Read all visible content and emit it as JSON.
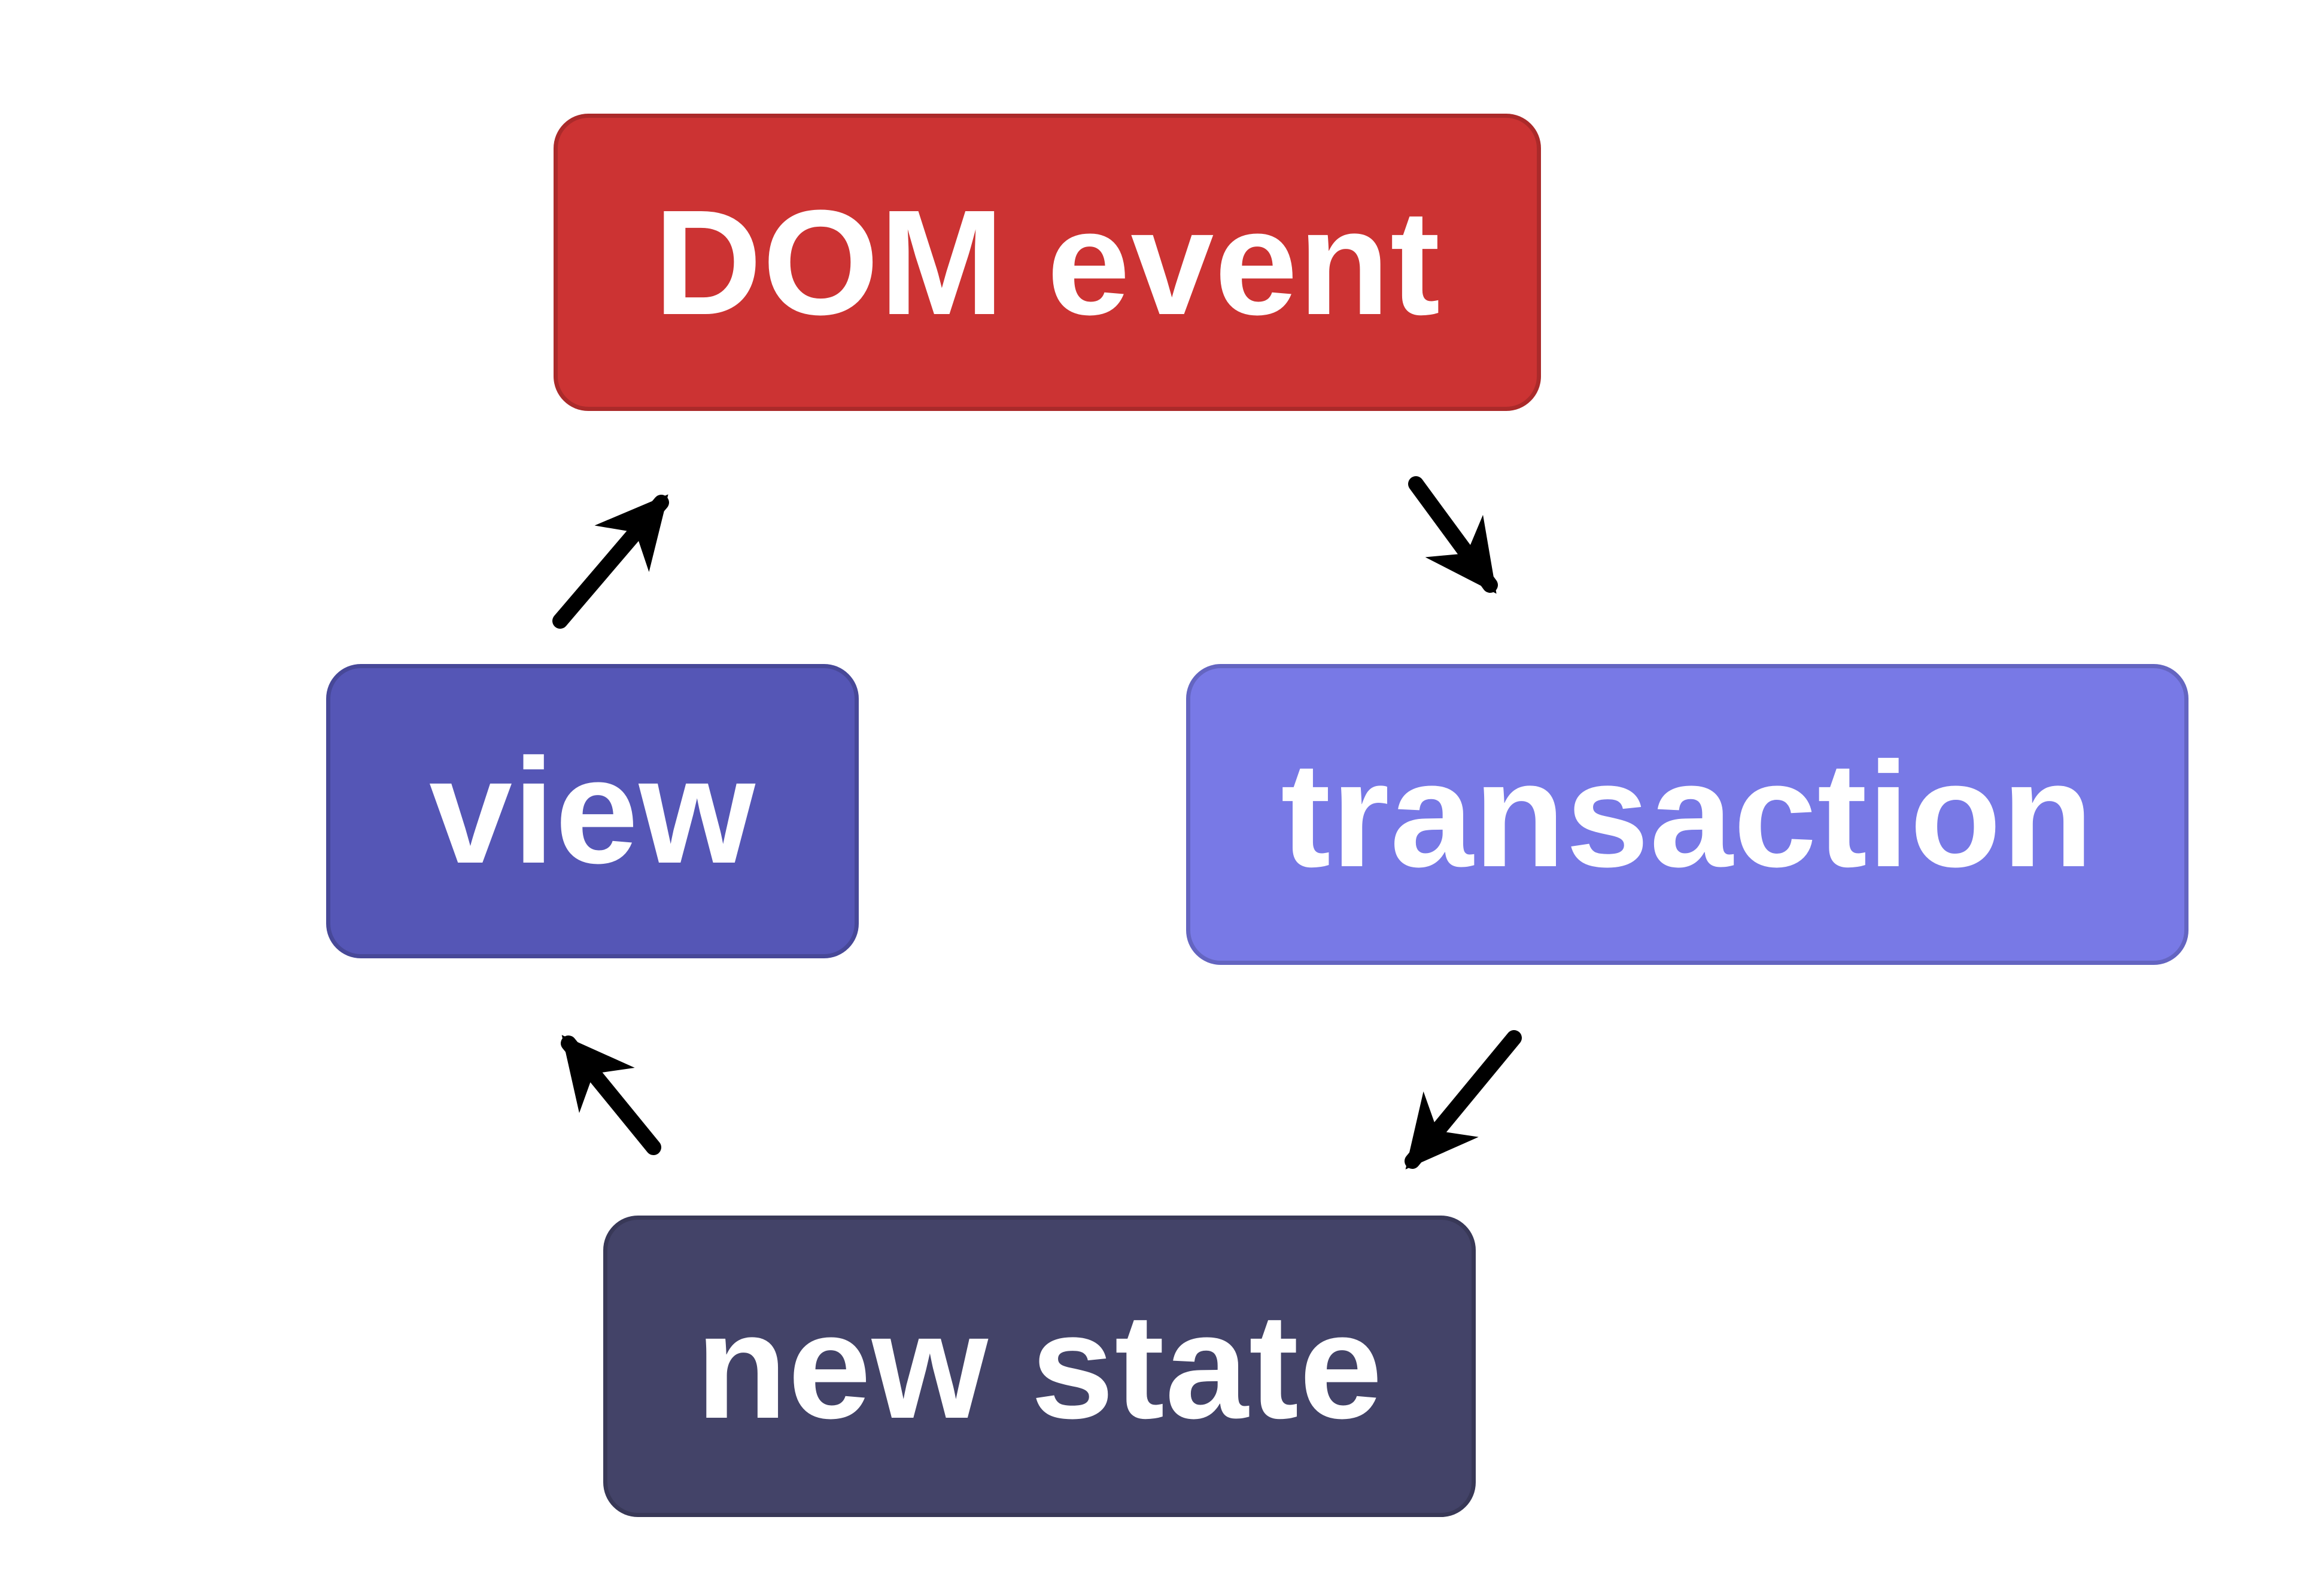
{
  "diagram": {
    "type": "cycle-flow",
    "nodes": [
      {
        "id": "dom-event",
        "label": "DOM event",
        "color": "#cc3333"
      },
      {
        "id": "transaction",
        "label": "transaction",
        "color": "#7879e6"
      },
      {
        "id": "new-state",
        "label": "new state",
        "color": "#434368"
      },
      {
        "id": "view",
        "label": "view",
        "color": "#5556b6"
      }
    ],
    "edges": [
      {
        "from": "dom-event",
        "to": "transaction"
      },
      {
        "from": "transaction",
        "to": "new-state"
      },
      {
        "from": "new-state",
        "to": "view"
      },
      {
        "from": "view",
        "to": "dom-event"
      }
    ],
    "colors": {
      "background": "#ffffff",
      "arrow": "#000000",
      "text": "#ffffff"
    }
  }
}
